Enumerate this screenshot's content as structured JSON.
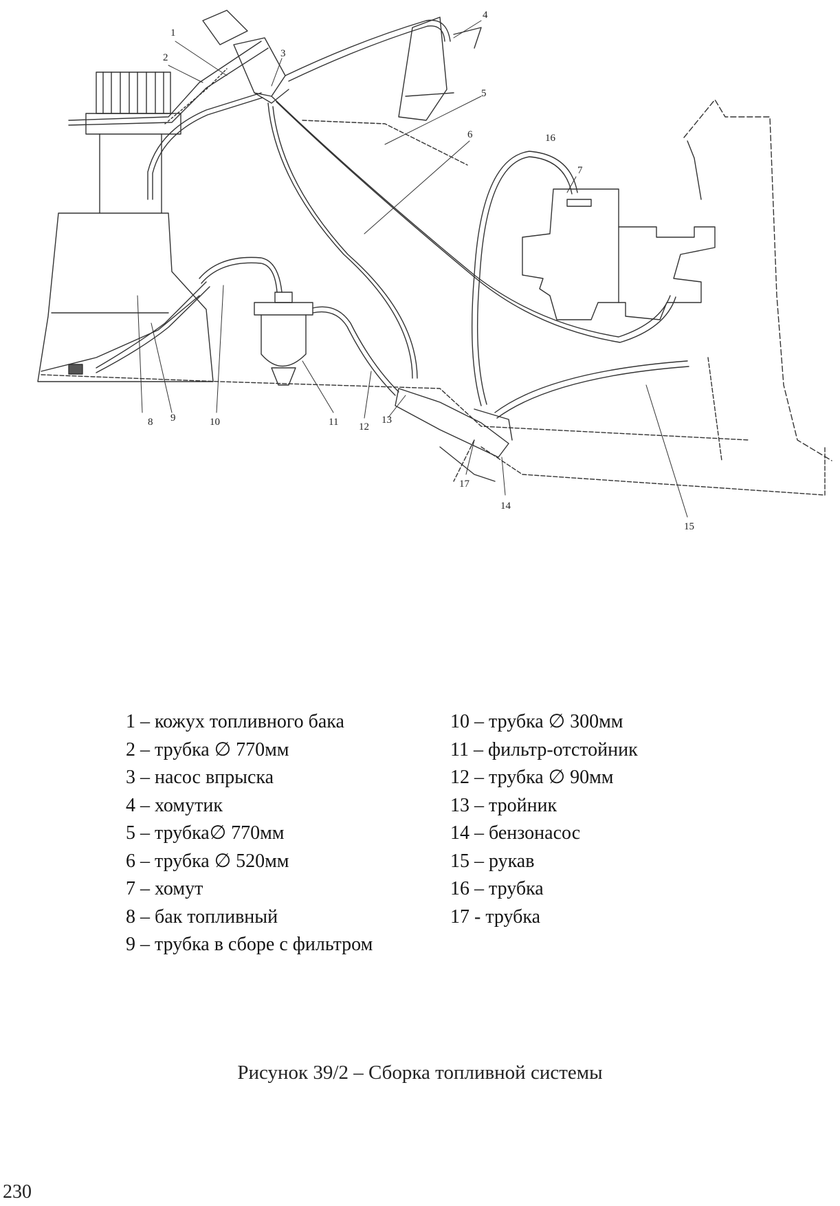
{
  "diagram": {
    "callouts": [
      "1",
      "2",
      "3",
      "4",
      "5",
      "6",
      "7",
      "8",
      "9",
      "10",
      "11",
      "12",
      "13",
      "14",
      "15",
      "16",
      "17"
    ]
  },
  "legend": {
    "left": [
      "1 – кожух топливного бака",
      "2 – трубка ∅ 770мм",
      "3 – насос впрыска",
      "4 – хомутик",
      "5 – трубка∅ 770мм",
      "6 – трубка ∅ 520мм",
      "7 – хомут",
      "8 – бак топливный",
      "9 – трубка в сборе с фильтром"
    ],
    "right": [
      "10 – трубка ∅ 300мм",
      "11 – фильтр-отстойник",
      "12 – трубка ∅ 90мм",
      "13 – тройник",
      "14 – бензонасос",
      "15 – рукав",
      "16 – трубка",
      "17 - трубка"
    ]
  },
  "caption": "Рисунок 39/2 – Сборка топливной системы",
  "page_number": "230"
}
